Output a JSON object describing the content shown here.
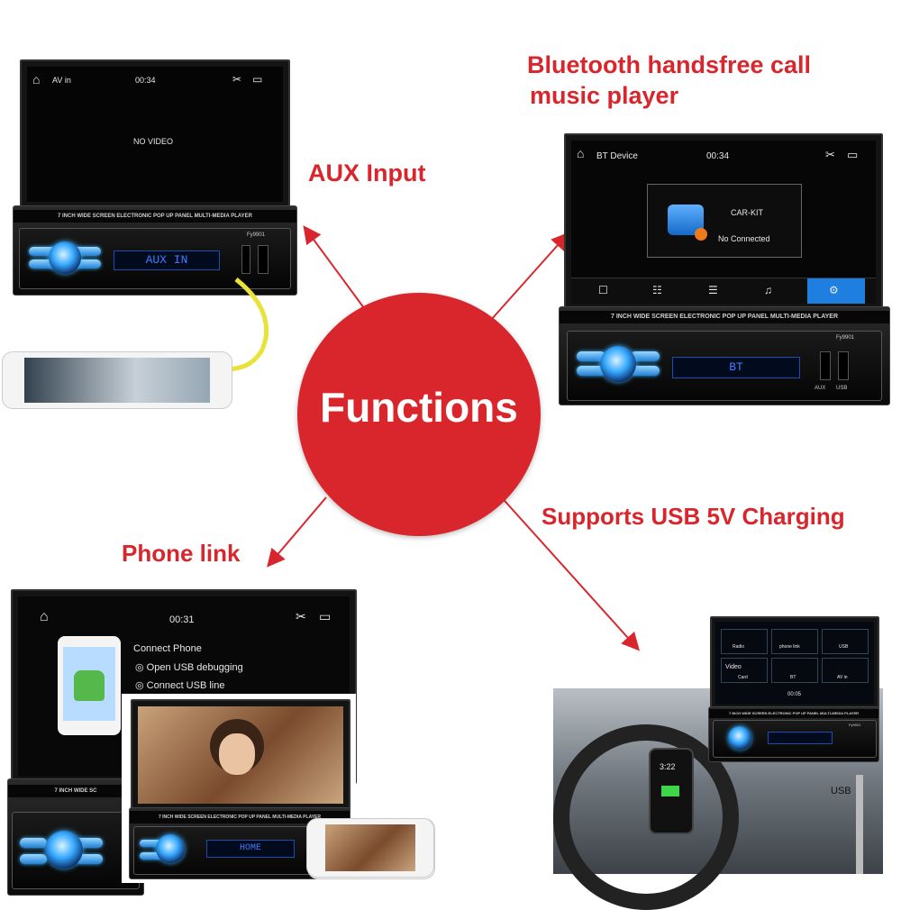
{
  "center": {
    "title": "Functions"
  },
  "features": {
    "aux": "AUX Input",
    "bt_line1": "Bluetooth handsfree call",
    "bt_line2": "music player",
    "phone": "Phone link",
    "usb": "Supports USB 5V Charging"
  },
  "colors": {
    "accent": "#d9262c",
    "lcd": "#3f7cff",
    "screen_bg": "#000000",
    "bt_tab": "#1e7fe0"
  },
  "aux_unit": {
    "screen_title": "AV in",
    "time": "00:34",
    "message": "NO VIDEO",
    "banner": "7 INCH WIDE SCREEN ELECTRONIC POP UP PANEL MULTI-MEDIA PLAYER",
    "model": "Fy9901",
    "lcd": "AUX IN",
    "icons": [
      "home-icon",
      "tools-icon",
      "back-icon"
    ]
  },
  "bt_unit": {
    "screen_title": "BT Device",
    "time": "00:34",
    "device": "CAR-KIT",
    "status": "No Connected",
    "banner": "7 INCH WIDE SCREEN ELECTRONIC POP UP PANEL MULTI-MEDIA PLAYER",
    "model": "Fy9901",
    "lcd": "BT",
    "aux_label": "AUX",
    "usb_label": "USB",
    "tabs": [
      "phone-icon",
      "contacts-icon",
      "call-log-icon",
      "music-icon",
      "settings-icon"
    ]
  },
  "phone_unit": {
    "time": "00:31",
    "heading": "Connect Phone",
    "step1": "Open USB debugging",
    "step2": "Connect USB line",
    "banner": "7 INCH WIDE SC",
    "inset_banner": "7 INCH WIDE SCREEN ELECTRONIC POP UP PANEL MULTI-MEDIA PLAYER",
    "inset_lcd": "HOME"
  },
  "usb_unit": {
    "menu": [
      "Radio",
      "phone link",
      "USB",
      "Video",
      "Card",
      "BT",
      "AV in"
    ],
    "time": "00:05",
    "banner": "7 INCH WIDE SCREEN ELECTRONIC POP UP PANEL MULTI-MEDIA PLAYER",
    "model": "Fy9901",
    "phone_time": "3:22",
    "usb_label": "USB"
  }
}
